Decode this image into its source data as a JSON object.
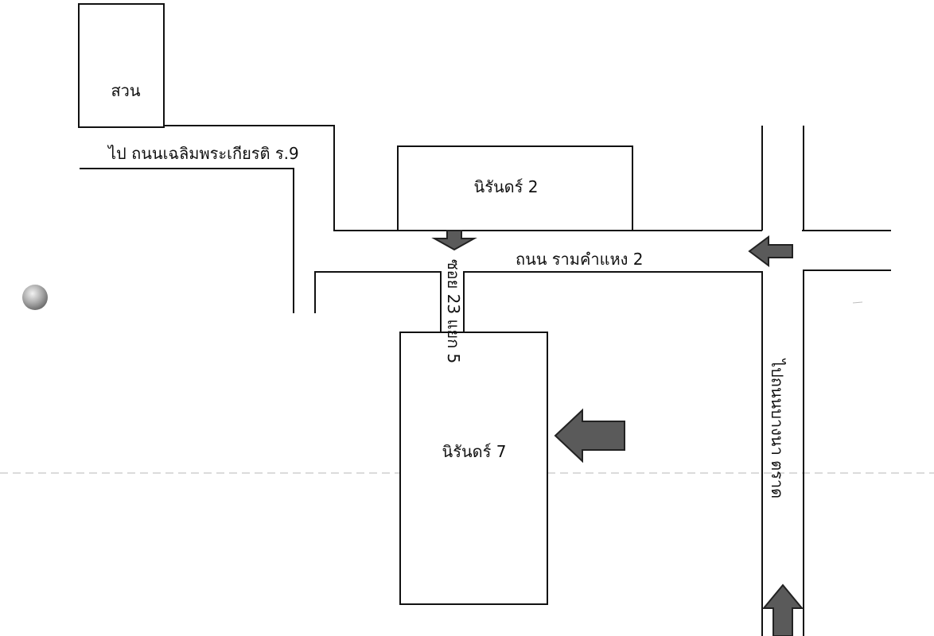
{
  "map": {
    "labels": {
      "garden": "สวน",
      "road_to_chaloem": "ไป ถนนเฉลิมพระเกียรติ ร.9",
      "building_nirun_2": "นิรันดร์ 2",
      "road_ramkhamhaeng_2": "ถนน รามคำแหง 2",
      "soi_23_yaek_5": "ซอย 23 แยก 5",
      "building_nirun_7": "นิรันดร์ 7",
      "road_to_bangna_trat": "ไปถนนบางนา ตราด"
    },
    "colors": {
      "line": "#111111",
      "arrow_fill": "#5a5a5a",
      "background": "#ffffff"
    },
    "icons": [
      "arrow-down-icon",
      "arrow-left-icon",
      "arrow-up-icon"
    ]
  }
}
